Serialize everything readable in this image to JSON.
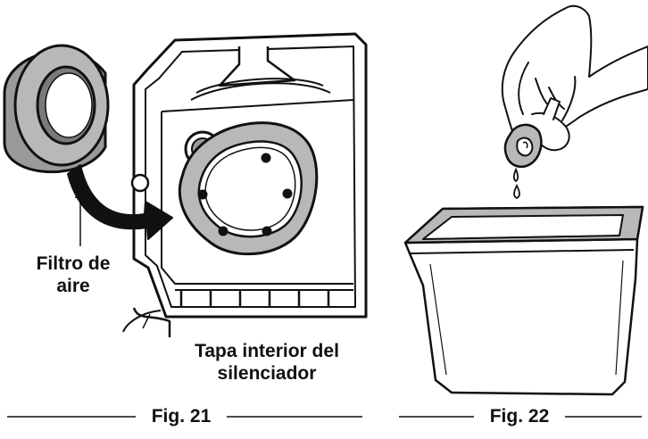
{
  "figures": [
    {
      "caption": "Fig. 21",
      "labels": {
        "filter": [
          "Filtro de",
          "aire"
        ],
        "cover": [
          "Tapa interior del",
          "silenciador"
        ]
      }
    },
    {
      "caption": "Fig. 22"
    }
  ],
  "colors": {
    "ink": "#111111",
    "filter_gray": "#b8b8b8",
    "filter_dark": "#7a7a7a"
  },
  "icons": [
    "air-filter-ring-icon",
    "curved-arrow-icon",
    "hand-icon",
    "oil-drop-icon",
    "tray-icon"
  ]
}
